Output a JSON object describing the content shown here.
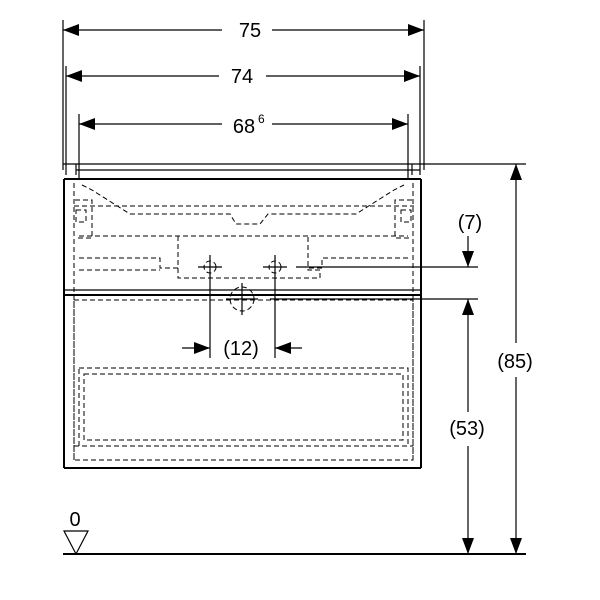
{
  "dimensions": {
    "width_overall": "75",
    "width_body": "74",
    "width_inner_main": "68",
    "width_inner_sup": "6",
    "offset_top": "(7)",
    "drain_spacing": "(12)",
    "height_total": "(85)",
    "height_drain": "(53)",
    "floor_level": "0"
  }
}
